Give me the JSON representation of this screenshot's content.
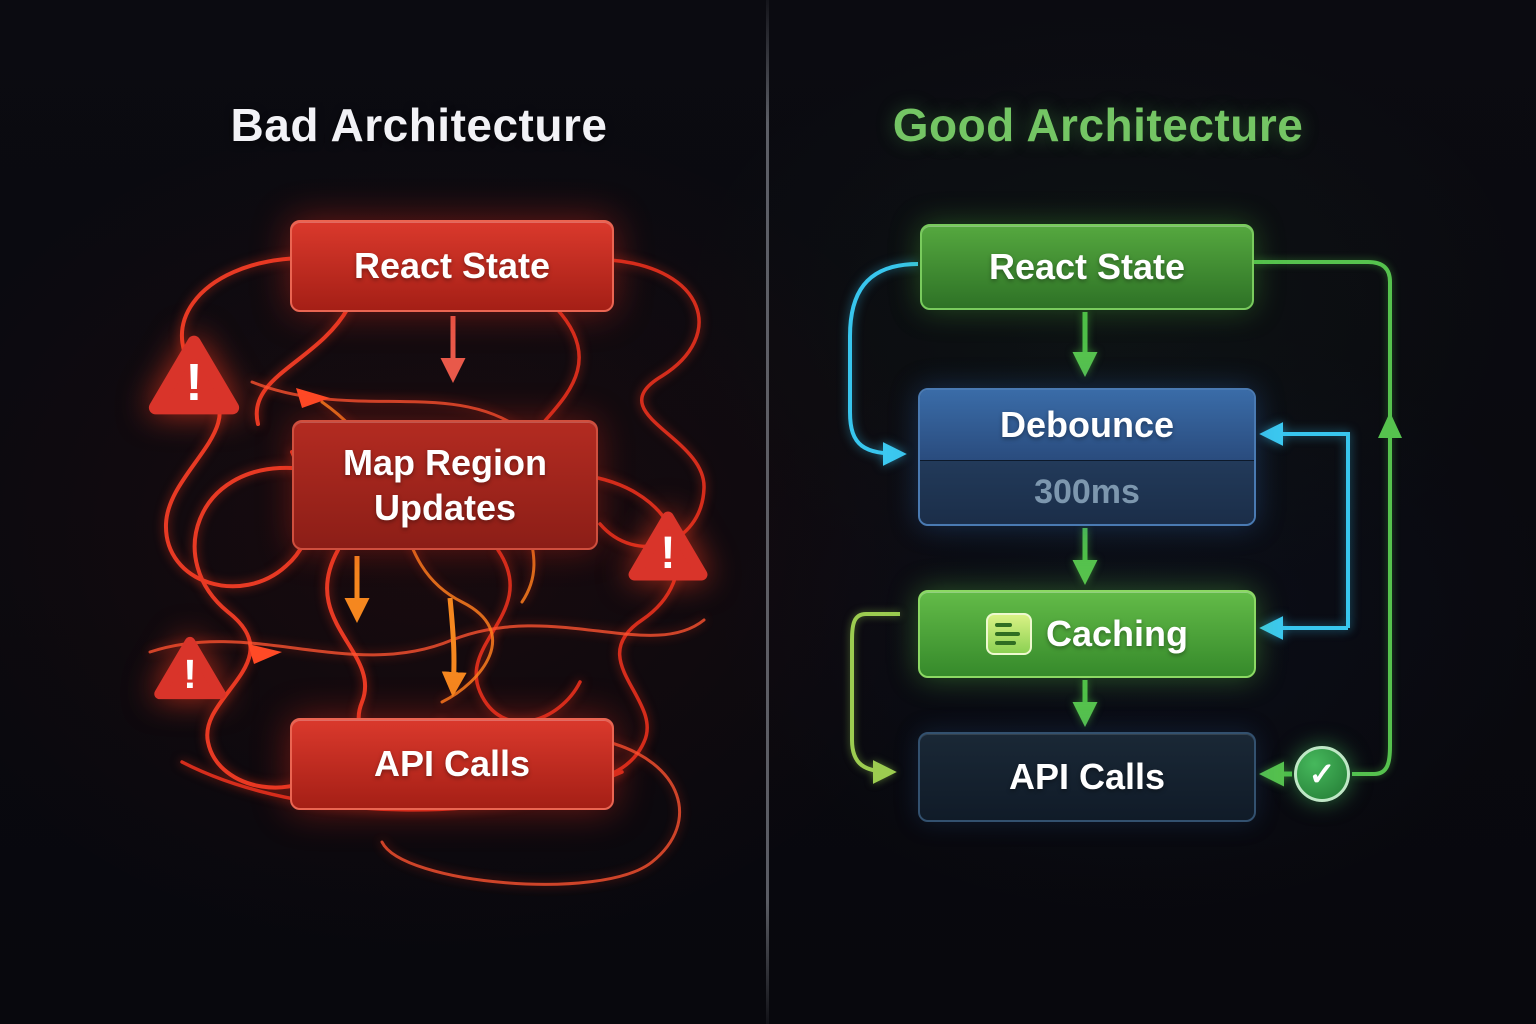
{
  "bad": {
    "title": "Bad Architecture",
    "react_state": "React State",
    "map_region": "Map Region Updates",
    "api_calls": "API Calls",
    "warning_glyph": "!"
  },
  "good": {
    "title": "Good Architecture",
    "react_state": "React State",
    "debounce": "Debounce",
    "debounce_ms": "300ms",
    "caching": "Caching",
    "api_calls": "API Calls",
    "check_glyph": "✓"
  },
  "icons": {
    "warning": "warning-triangle",
    "check": "check-circle",
    "cache": "cache-list"
  },
  "colors": {
    "bad_red": "#d9342a",
    "good_green": "#4fbf49",
    "debounce_blue": "#3a6ca8",
    "api_navy": "#1a2836",
    "cyan": "#38c6ee",
    "background": "#0a0a10"
  }
}
